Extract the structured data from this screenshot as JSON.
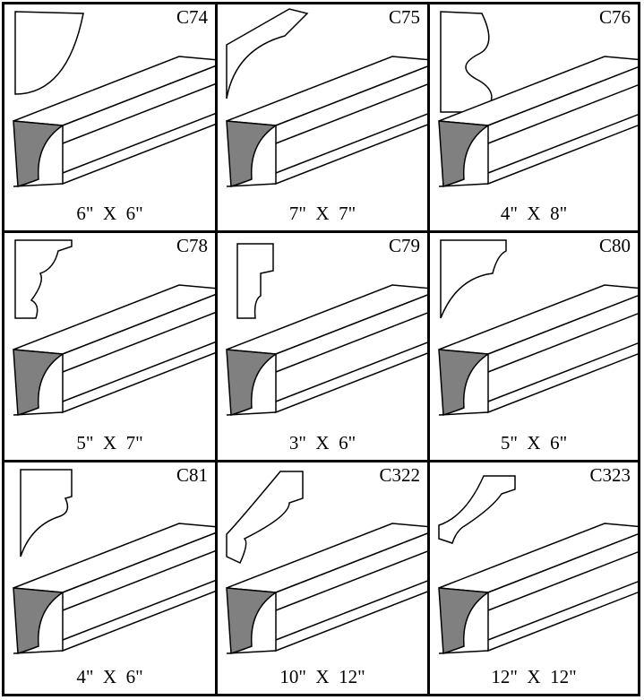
{
  "moldings": [
    {
      "code": "C74",
      "size": "6\"  X  6\""
    },
    {
      "code": "C75",
      "size": "7\"  X  7\""
    },
    {
      "code": "C76",
      "size": "4\"  X  8\""
    },
    {
      "code": "C78",
      "size": "5\"  X  7\""
    },
    {
      "code": "C79",
      "size": "3\"  X  6\""
    },
    {
      "code": "C80",
      "size": "5\"  X  6\""
    },
    {
      "code": "C81",
      "size": "4\"  X  6\""
    },
    {
      "code": "C322",
      "size": "10\"  X  12\""
    },
    {
      "code": "C323",
      "size": "12\"  X  12\""
    }
  ],
  "colors": {
    "profile_fill": "#808080",
    "line": "#000000"
  }
}
